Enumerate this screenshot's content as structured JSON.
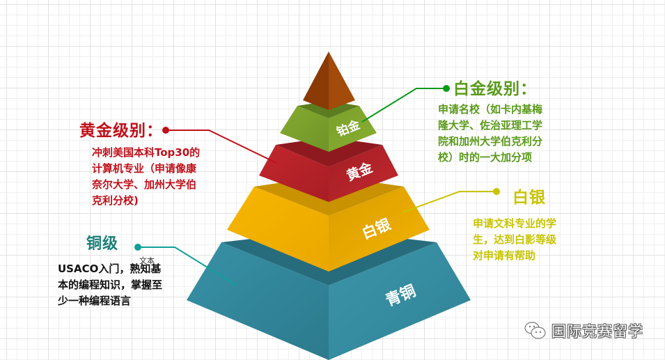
{
  "pyramid": {
    "tiers": [
      {
        "id": "apex",
        "label": "",
        "color_left": "#8a3a05",
        "color_right": "#a24b0a"
      },
      {
        "id": "platinum",
        "label": "铂金",
        "color_left": "#6f9428",
        "color_right": "#84ab2e",
        "color_top": "#5b7d1f"
      },
      {
        "id": "gold",
        "label": "黄金",
        "color_left": "#b42128",
        "color_right": "#c0272d",
        "color_top": "#8e1a1f"
      },
      {
        "id": "silver",
        "label": "白银",
        "color_left": "#f0ae00",
        "color_right": "#f6b400",
        "color_top": "#c99200"
      },
      {
        "id": "bronze",
        "label": "青铜",
        "color_left": "#2f8499",
        "color_right": "#3a90a4",
        "color_top": "#276c7d"
      }
    ]
  },
  "callouts": {
    "platinum": {
      "title": "白金级别：",
      "description": "申请名校（如卡内基梅\n隆大学、佐治亚理工学\n院和加州大学伯克利分\n校）时的一大加分项",
      "color": "#5a9a1a",
      "line_color": "#0a9a1a"
    },
    "gold": {
      "title": "黄金级别：",
      "description": "冲刺美国本科Top30的\n计算机专业（申请像康\n奈尔大学、加州大学伯\n克利分校)",
      "color": "#c0101a",
      "line_color": "#c0101a"
    },
    "silver": {
      "title": "白银",
      "description": "申请文科专业的学\n生，达到白影等级\n对申请有帮助",
      "color": "#c8c400",
      "line_color": "#c8c400"
    },
    "bronze": {
      "title": "铜级",
      "description": "USACO入门，熟知基\n本的编程知识，掌握至\n少一种编程语言",
      "color": "#1a7f78",
      "desc_color": "#111111",
      "line_color": "#10a09a"
    }
  },
  "overlay_text": "文本",
  "watermark": {
    "icon": "wechat-icon",
    "text": "国际竞赛留学"
  }
}
